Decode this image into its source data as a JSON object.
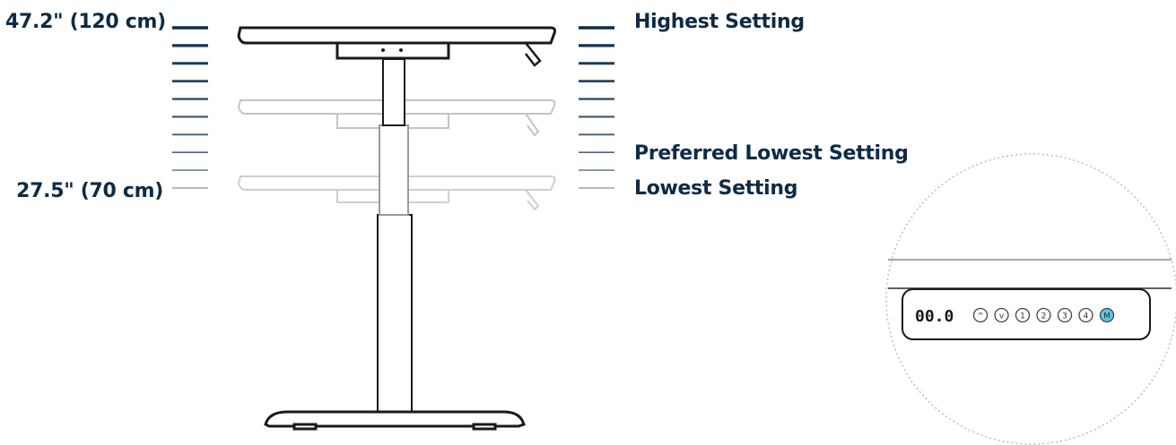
{
  "labels": {
    "max_height": "47.2\" (120 cm)",
    "min_height": "27.5\" (70 cm)",
    "highest": "Highest Setting",
    "preferred_lowest": "Preferred Lowest Setting",
    "lowest": "Lowest Setting"
  },
  "control_panel": {
    "display": "00.0",
    "buttons": [
      "^",
      "v",
      "1",
      "2",
      "3",
      "4",
      "M"
    ]
  },
  "colors": {
    "navy": "#0d2b45",
    "desk_outline": "#1a1a1a",
    "faded_outline": "#c8c8c8",
    "memory_button": "#5ec3e6"
  }
}
